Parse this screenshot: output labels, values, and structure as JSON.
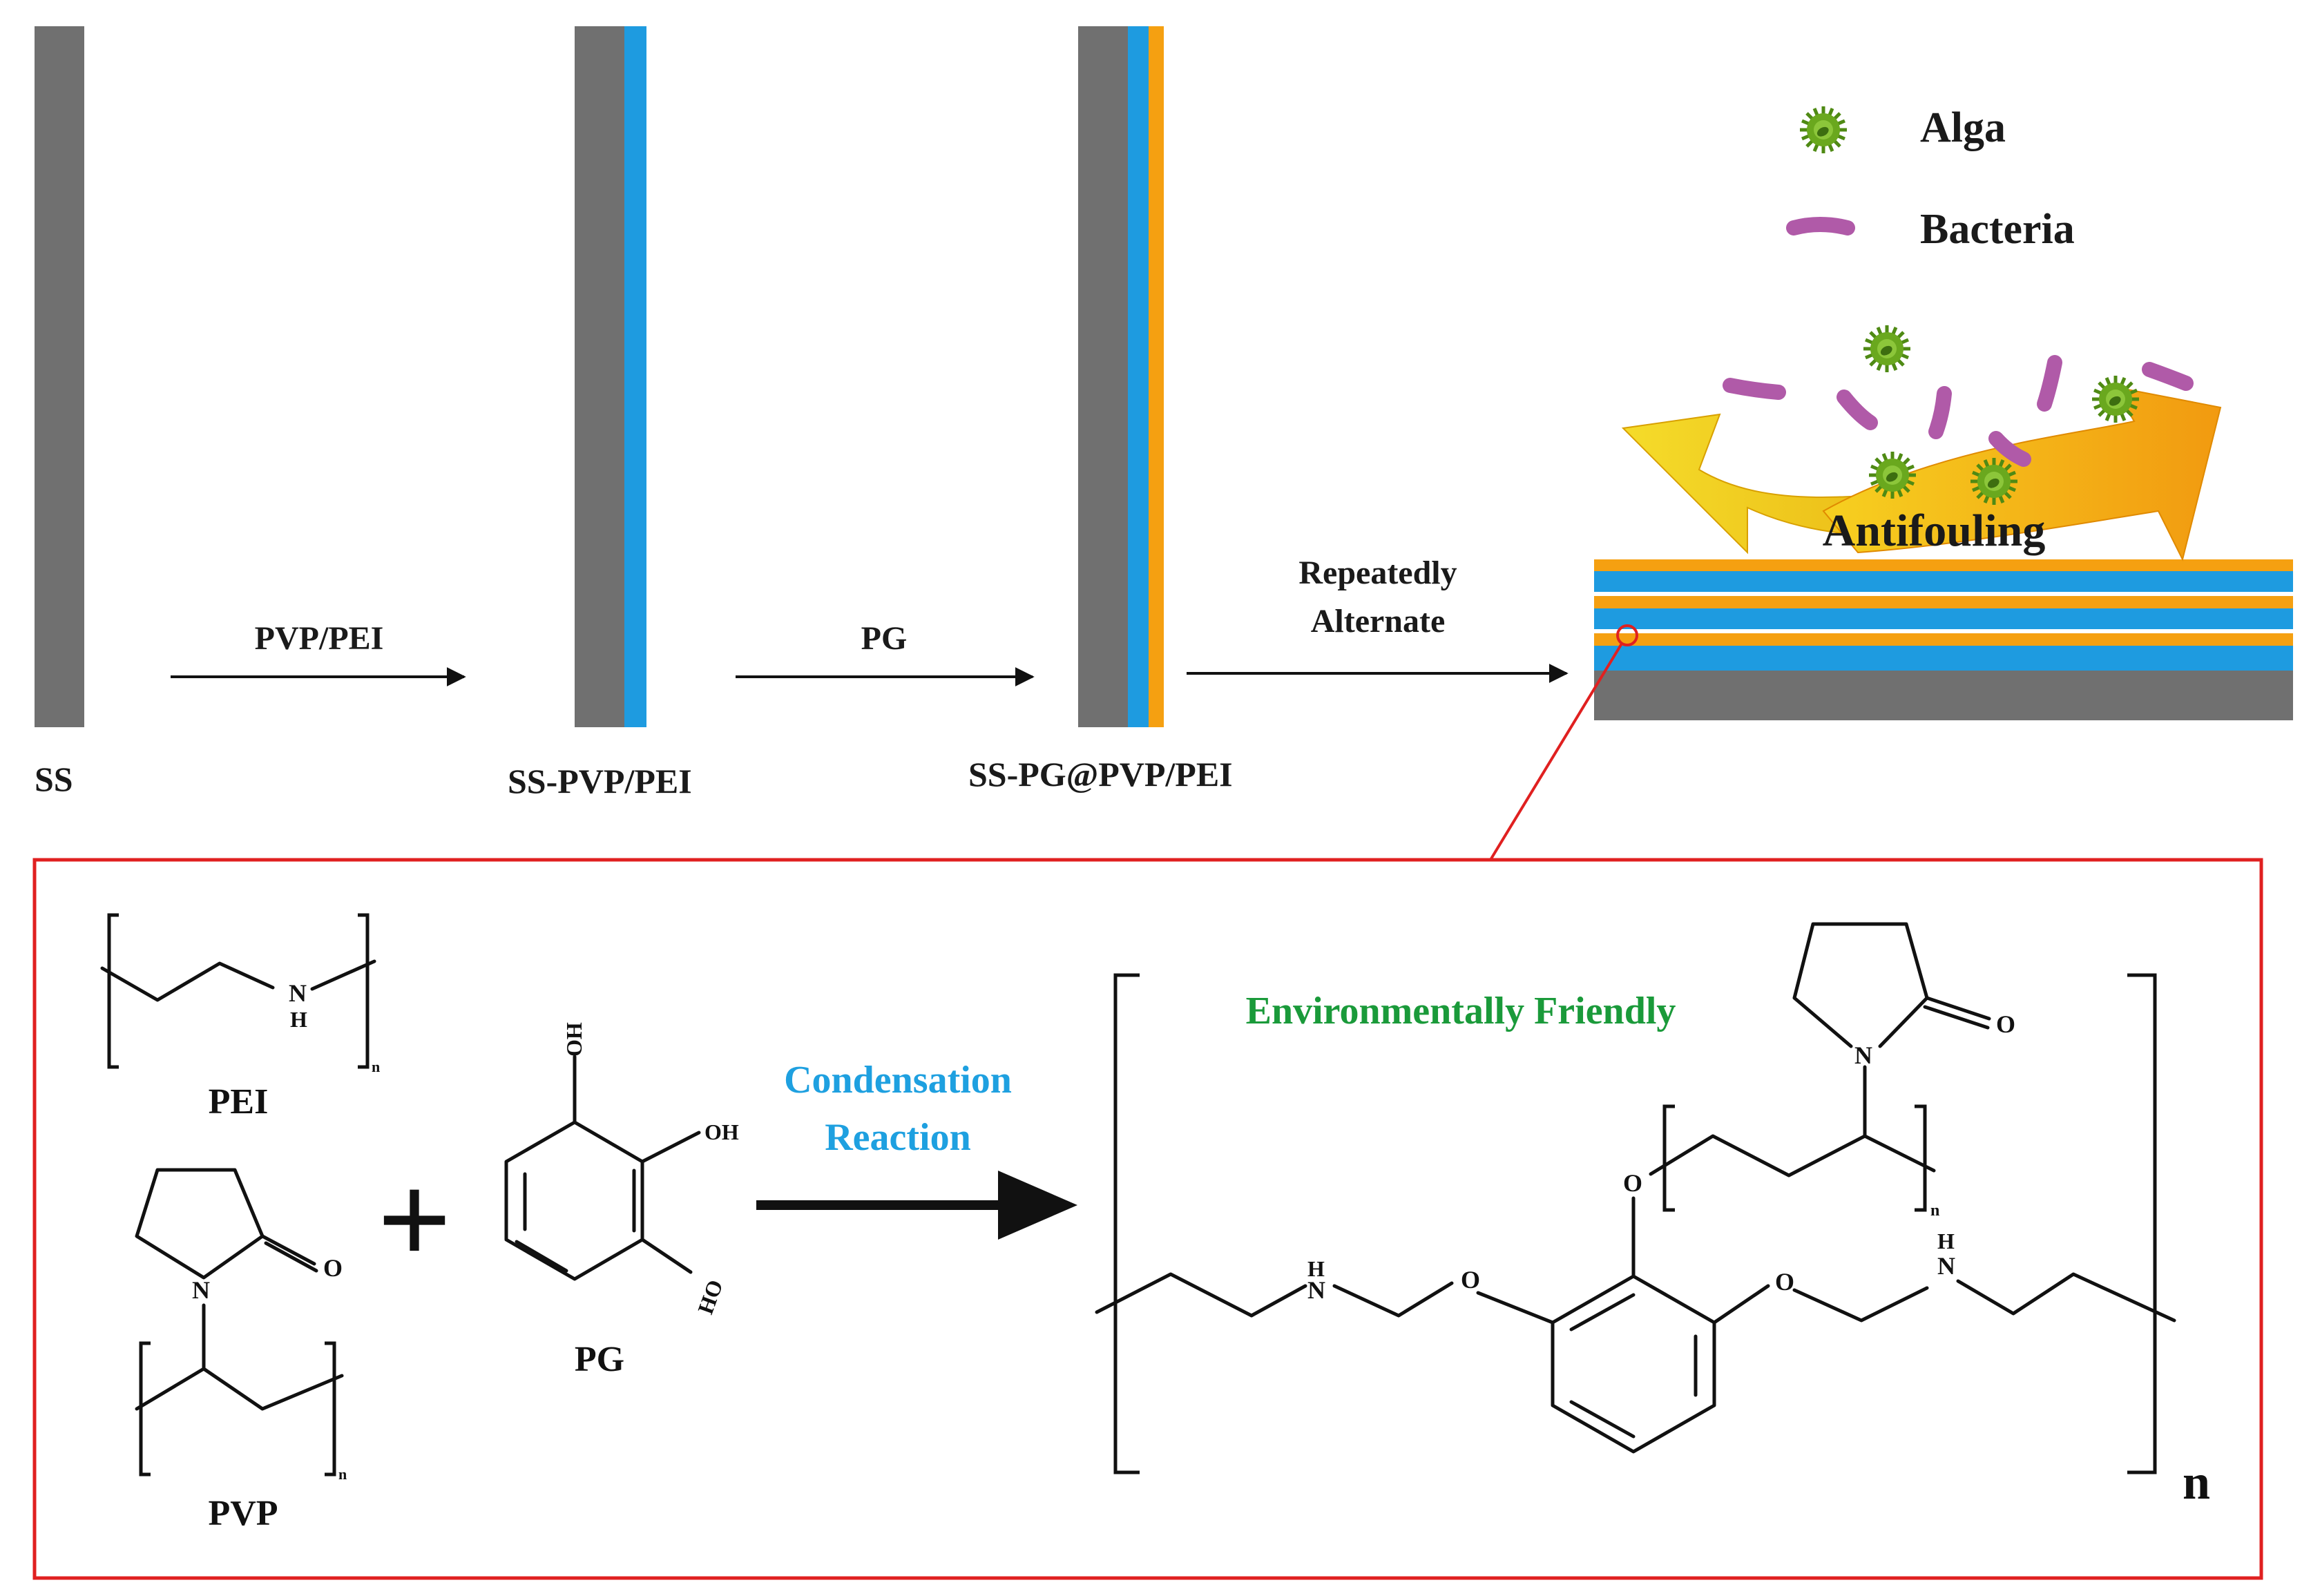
{
  "colors": {
    "steel": "#707070",
    "pvp_pei_layer": "#1e9be0",
    "pg_layer": "#f5a011",
    "arrow": "#111111",
    "callout_border": "#e02020",
    "condensation_text": "#1ea0e0",
    "eco_text": "#1a9a3a",
    "alga": "#6aa81e",
    "bacteria": "#b05aa8",
    "antifouling_arrow": "#f2c81a"
  },
  "stages": [
    {
      "label": "SS"
    },
    {
      "label": "SS-PVP/PEI"
    },
    {
      "label": "SS-PG@PVP/PEI"
    }
  ],
  "steps": [
    {
      "label": "PVP/PEI"
    },
    {
      "label": "PG"
    },
    {
      "line1": "Repeatedly",
      "line2": "Alternate"
    }
  ],
  "legend": [
    {
      "icon": "alga-icon",
      "label": "Alga"
    },
    {
      "icon": "bacteria-icon",
      "label": "Bacteria"
    }
  ],
  "coating": {
    "label": "Antifouling"
  },
  "reaction": {
    "pei_label": "PEI",
    "pvp_label": "PVP",
    "pg_label": "PG",
    "plus": "+",
    "condensation_line1": "Condensation",
    "condensation_line2": "Reaction",
    "product_tag": "Environmentally Friendly",
    "repeat_n": "n",
    "sub_n": "n",
    "atoms": {
      "N": "N",
      "H": "H",
      "O": "O",
      "OH": "OH",
      "HO": "HO"
    }
  }
}
